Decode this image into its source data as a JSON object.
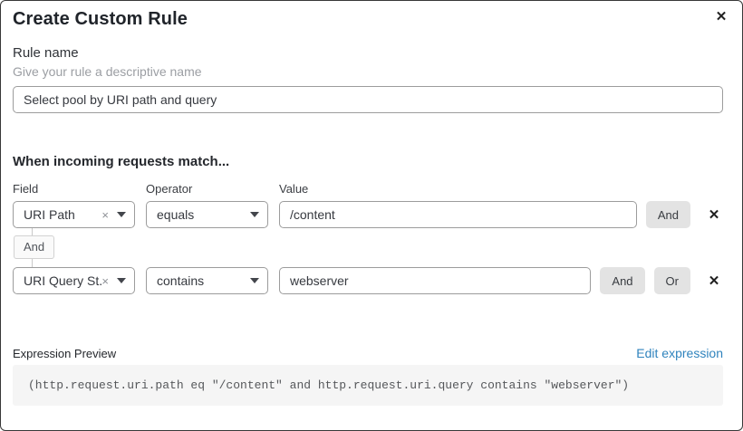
{
  "dialog": {
    "title": "Create Custom Rule"
  },
  "icons": {
    "close": "✕",
    "remove_row": "✕",
    "clear_selection": "×"
  },
  "rule_name": {
    "label": "Rule name",
    "hint": "Give your rule a descriptive name",
    "value": "Select pool by URI path and query"
  },
  "match": {
    "heading": "When incoming requests match...",
    "columns": {
      "field": "Field",
      "operator": "Operator",
      "value": "Value"
    },
    "connector": "And",
    "rows": [
      {
        "field": "URI Path",
        "operator": "equals",
        "value": "/content",
        "buttons": [
          "And"
        ]
      },
      {
        "field": "URI Query St...",
        "operator": "contains",
        "value": "webserver",
        "buttons": [
          "And",
          "Or"
        ]
      }
    ]
  },
  "expression": {
    "label": "Expression Preview",
    "edit_link": "Edit expression",
    "code": "(http.request.uri.path eq \"/content\" and http.request.uri.query contains \"webserver\")"
  },
  "colors": {
    "link": "#2f83bd",
    "logic_button_bg": "#e3e3e3",
    "code_bg": "#f5f5f5",
    "input_border": "#9c9c9c"
  }
}
